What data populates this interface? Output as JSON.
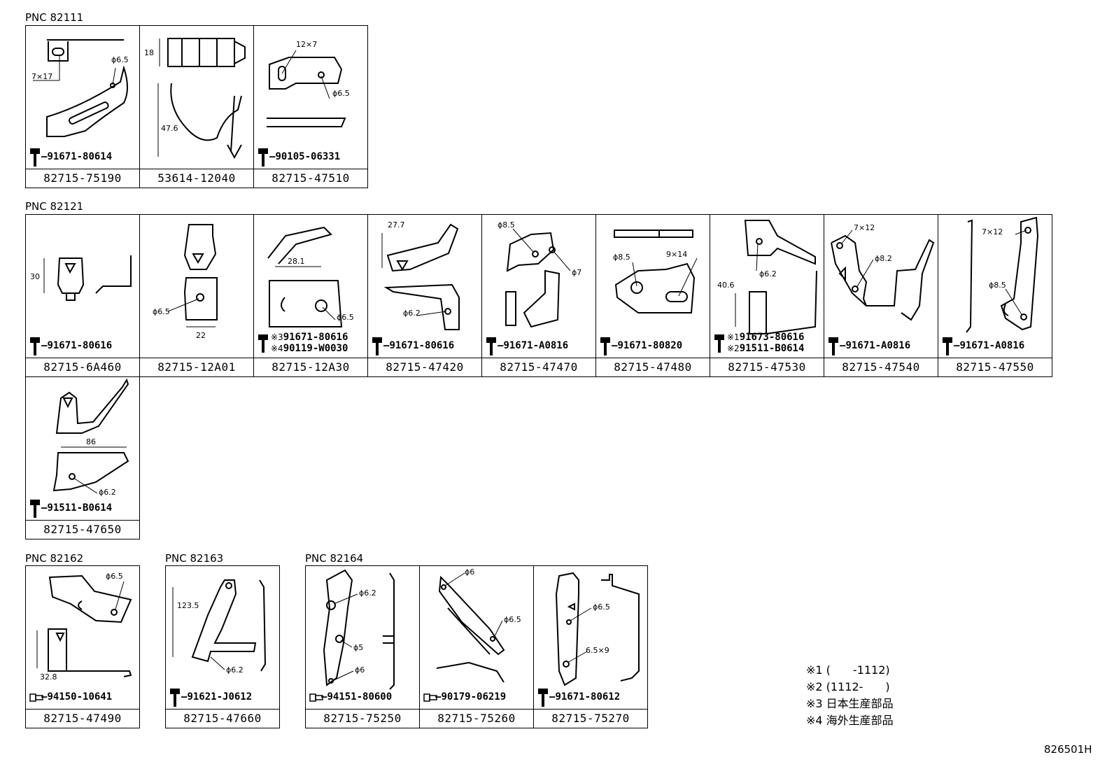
{
  "groups": [
    {
      "pnc": "PNC 82111"
    },
    {
      "pnc": "PNC 82121"
    },
    {
      "pnc": "PNC 82162"
    },
    {
      "pnc": "PNC 82163"
    },
    {
      "pnc": "PNC 82164"
    }
  ],
  "cells": {
    "c75190": {
      "part": "82715-75190",
      "hw": "91671-80614",
      "dims": [
        "7×17",
        "ϕ6.5"
      ]
    },
    "c12040": {
      "part": "53614-12040",
      "dims": [
        "18",
        "47.6"
      ]
    },
    "c47510": {
      "part": "82715-47510",
      "hw": "90105-06331",
      "dims": [
        "12×7",
        "ϕ6.5"
      ]
    },
    "c6A460": {
      "part": "82715-6A460",
      "hw": "91671-80616",
      "dims": [
        "30"
      ]
    },
    "c12A01": {
      "part": "82715-12A01",
      "dims": [
        "ϕ6.5",
        "22"
      ]
    },
    "c12A30": {
      "part": "82715-12A30",
      "hw_mark1": "※3",
      "hw1": "91671-80616",
      "hw_mark2": "※4",
      "hw2": "90119-W0030",
      "dims": [
        "28.1",
        "ϕ6.5"
      ]
    },
    "c47420": {
      "part": "82715-47420",
      "hw": "91671-80616",
      "dims": [
        "27.7",
        "ϕ6.2"
      ]
    },
    "c47470": {
      "part": "82715-47470",
      "hw": "91671-A0816",
      "dims": [
        "ϕ8.5",
        "ϕ7"
      ]
    },
    "c47480": {
      "part": "82715-47480",
      "hw": "91671-80820",
      "dims": [
        "ϕ8.5",
        "9×14"
      ]
    },
    "c47530": {
      "part": "82715-47530",
      "hw_mark1": "※1",
      "hw1": "91673-80616",
      "hw_mark2": "※2",
      "hw2": "91511-B0614",
      "dims": [
        "ϕ6.2",
        "40.6"
      ]
    },
    "c47540": {
      "part": "82715-47540",
      "hw": "91671-A0816",
      "dims": [
        "7×12",
        "ϕ8.2"
      ]
    },
    "c47550": {
      "part": "82715-47550",
      "hw": "91671-A0816",
      "dims": [
        "7×12",
        "ϕ8.5"
      ]
    },
    "c47650": {
      "part": "82715-47650",
      "hw": "91511-B0614",
      "dims": [
        "86",
        "ϕ6.2"
      ]
    },
    "c47490": {
      "part": "82715-47490",
      "hw": "94150-10641",
      "dims": [
        "ϕ6.5",
        "32.8"
      ]
    },
    "c47660": {
      "part": "82715-47660",
      "hw": "91621-J0612",
      "dims": [
        "123.5",
        "ϕ6.2"
      ]
    },
    "c75250": {
      "part": "82715-75250",
      "hw": "94151-80600",
      "dims": [
        "ϕ6.2",
        "ϕ5",
        "ϕ6"
      ]
    },
    "c75260": {
      "part": "82715-75260",
      "hw": "90179-06219",
      "dims": [
        "ϕ6",
        "ϕ6.5"
      ]
    },
    "c75270": {
      "part": "82715-75270",
      "hw": "91671-80612",
      "dims": [
        "ϕ6.5",
        "6.5×9"
      ]
    }
  },
  "notes": [
    "※1 (　　-1112)",
    "※2 (1112-　　)",
    "※3 日本生産部品",
    "※4 海外生産部品"
  ],
  "drawing_code": "826501H"
}
